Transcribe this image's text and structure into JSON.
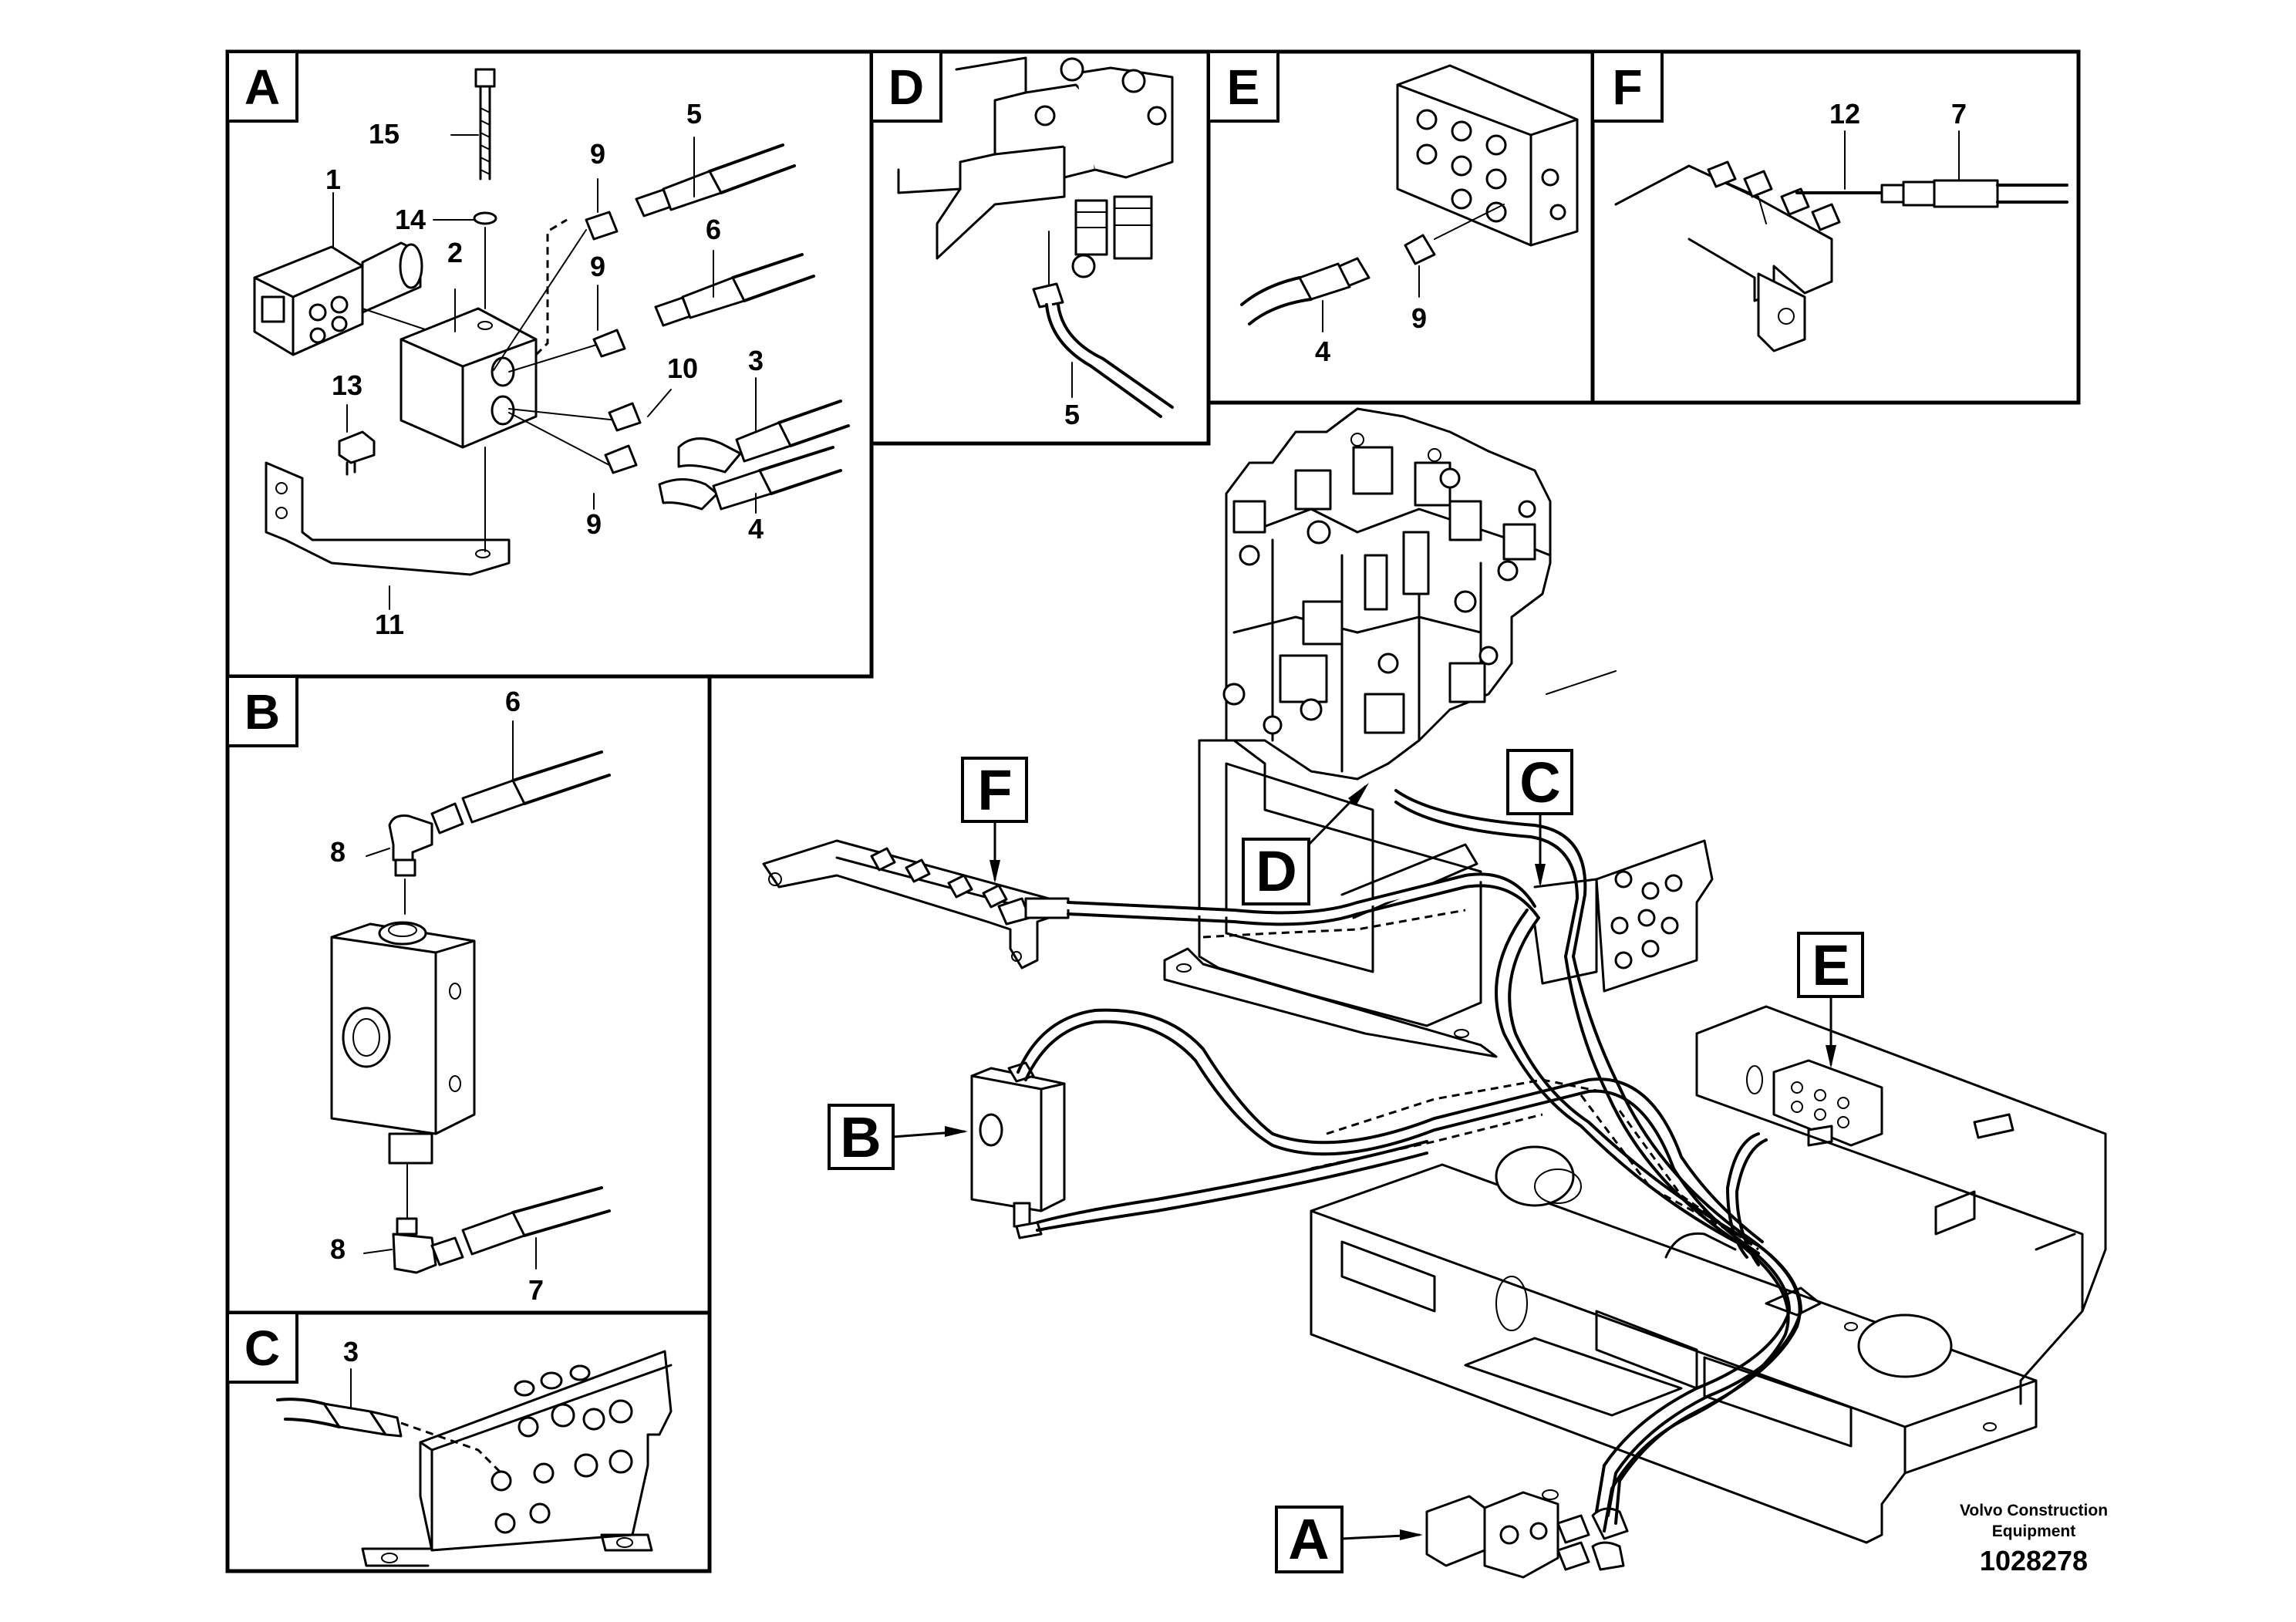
{
  "panels": [
    {
      "letter": "A",
      "callouts": [
        "15",
        "1",
        "14",
        "2",
        "9",
        "5",
        "6",
        "9",
        "10",
        "3",
        "13",
        "9",
        "4",
        "11"
      ]
    },
    {
      "letter": "B",
      "callouts": [
        "6",
        "8",
        "8",
        "7"
      ]
    },
    {
      "letter": "C",
      "callouts": [
        "3"
      ]
    },
    {
      "letter": "D",
      "callouts": [
        "5"
      ]
    },
    {
      "letter": "E",
      "callouts": [
        "9",
        "4"
      ]
    },
    {
      "letter": "F",
      "callouts": [
        "12",
        "7"
      ]
    }
  ],
  "main_view": {
    "callout_letters": [
      "F",
      "C",
      "D",
      "E",
      "B",
      "A"
    ]
  },
  "footer": {
    "brand_line1": "Volvo Construction",
    "brand_line2": "Equipment",
    "doc_number": "1028278"
  }
}
